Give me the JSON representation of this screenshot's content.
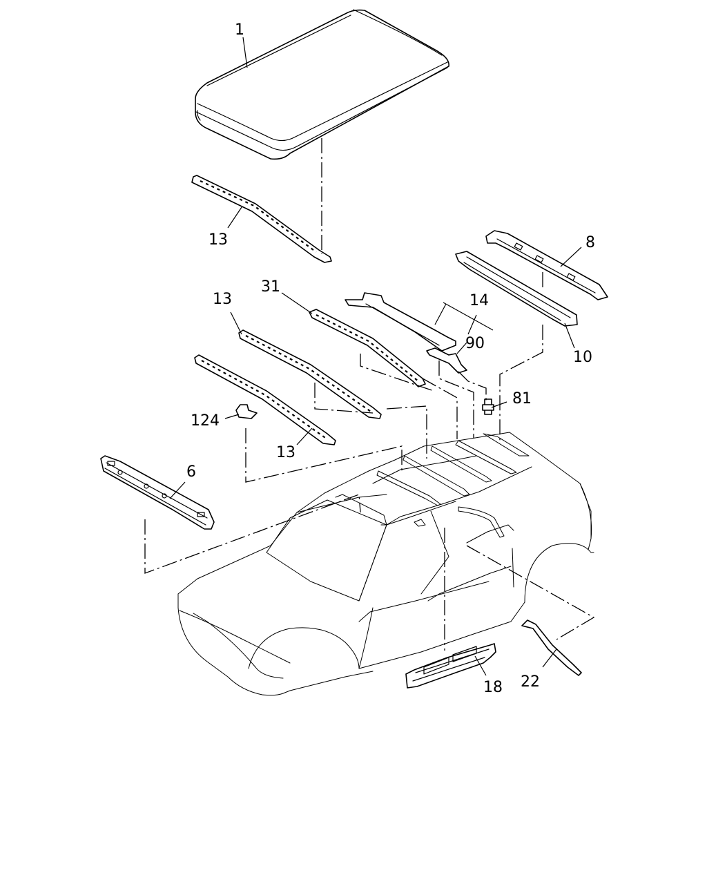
{
  "callouts": [
    {
      "id": "roof-panel",
      "label": "1"
    },
    {
      "id": "front-header-panel",
      "label": "6"
    },
    {
      "id": "rear-header-upper",
      "label": "8"
    },
    {
      "id": "rear-header-lower",
      "label": "10"
    },
    {
      "id": "roof-bow-top",
      "label": "13"
    },
    {
      "id": "roof-bow-middle",
      "label": "13"
    },
    {
      "id": "roof-bow-lower",
      "label": "13"
    },
    {
      "id": "roof-bow-bracket",
      "label": "14"
    },
    {
      "id": "bow-reinforcement",
      "label": "31"
    },
    {
      "id": "clip",
      "label": "90"
    },
    {
      "id": "bolt",
      "label": "81"
    },
    {
      "id": "small-bracket",
      "label": "124"
    },
    {
      "id": "roof-side-inner",
      "label": "18"
    },
    {
      "id": "drip-molding",
      "label": "22"
    }
  ]
}
